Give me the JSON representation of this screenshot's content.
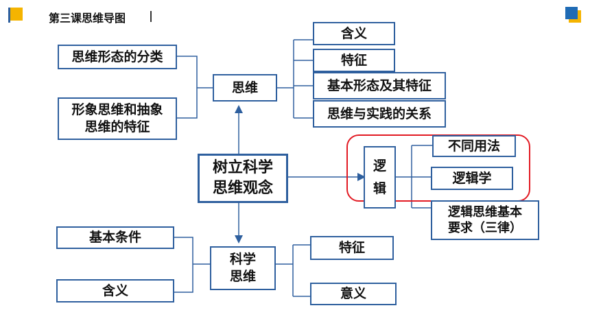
{
  "header": {
    "title": "第三课思维导图"
  },
  "colors": {
    "box_border": "#2e5f9e",
    "line": "#2e5f9e",
    "highlight_frame": "#e21a23",
    "deco_yellow": "#f5b400",
    "deco_blue": "#1f6bb5"
  },
  "center": {
    "label": "树立科学\n思维观念"
  },
  "thinking": {
    "label": "思维",
    "left_items": [
      "思维形态的分类",
      "形象思维和抽象\n思维的特征"
    ],
    "right_items": [
      "含义",
      "特征",
      "基本形态及其特征",
      "思维与实践的关系"
    ]
  },
  "logic": {
    "label": "逻\n辑",
    "items": [
      "不同用法",
      "逻辑学",
      "逻辑思维基本\n要求（三律）"
    ]
  },
  "science": {
    "label": "科学\n思维",
    "left_items": [
      "基本条件",
      "含义"
    ],
    "right_items": [
      "特征",
      "意义"
    ]
  }
}
